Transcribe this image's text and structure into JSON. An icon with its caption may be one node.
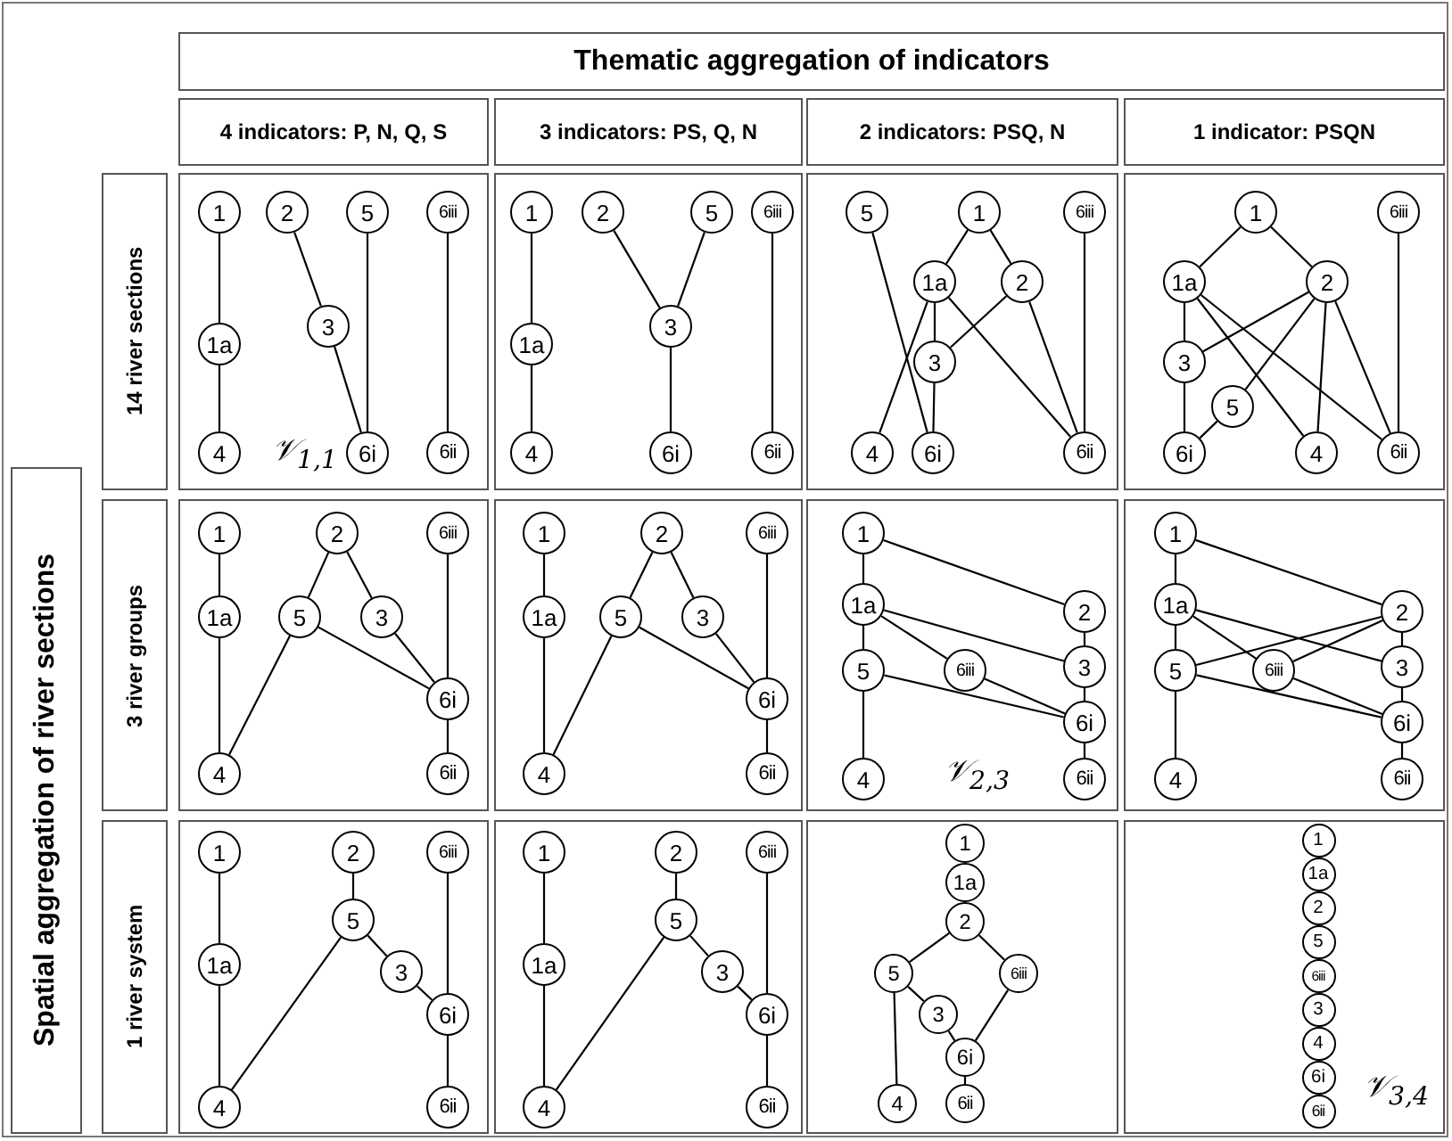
{
  "diagram": {
    "nodes": [
      {
        "text": [
          "Thematic aggregation of indicators"
        ]
      },
      {
        "text": [
          "4 indicators: P, N, Q, S"
        ]
      },
      {
        "text": [
          "3 indicators: PS, Q, N"
        ]
      },
      {
        "text": [
          "2 indicators: PSQ, N"
        ]
      },
      {
        "text": [
          "1 indicator: PSQN"
        ]
      },
      {
        "text": [
          "Spatial aggregation of river sections"
        ]
      },
      {
        "text": [
          "14 river sections"
        ]
      },
      {
        "text": [
          "3 river groups"
        ]
      },
      {
        "text": [
          "1 river system"
        ]
      },
      {
        "text": [
          "𝒱$_{1,1}$"
        ]
      },
      {
        "text": [
          "1"
        ],
        "in": 9
      },
      {
        "text": [
          "1a"
        ],
        "in": 9
      },
      {
        "text": [
          "2"
        ],
        "in": 9
      },
      {
        "text": [
          "3"
        ],
        "in": 9
      },
      {
        "text": [
          "4"
        ],
        "in": 9
      },
      {
        "text": [
          "5"
        ],
        "in": 9
      },
      {
        "text": [
          "6i"
        ],
        "in": 9
      },
      {
        "text": [
          "6ii"
        ],
        "in": 9
      },
      {
        "text": [
          "6iii"
        ],
        "in": 9
      },
      {
        "text": [],
        "shape": "box"
      },
      {
        "text": [
          "1"
        ],
        "in": 19
      },
      {
        "text": [
          "1a"
        ],
        "in": 19
      },
      {
        "text": [
          "2"
        ],
        "in": 19
      },
      {
        "text": [
          "3"
        ],
        "in": 19
      },
      {
        "text": [
          "4"
        ],
        "in": 19
      },
      {
        "text": [
          "5"
        ],
        "in": 19
      },
      {
        "text": [
          "6i"
        ],
        "in": 19
      },
      {
        "text": [
          "6ii"
        ],
        "in": 19
      },
      {
        "text": [
          "6iii"
        ],
        "in": 19
      },
      {
        "text": [],
        "shape": "box"
      },
      {
        "text": [
          "1"
        ],
        "in": 29
      },
      {
        "text": [
          "1a"
        ],
        "in": 29
      },
      {
        "text": [
          "2"
        ],
        "in": 29
      },
      {
        "text": [
          "3"
        ],
        "in": 29
      },
      {
        "text": [
          "4"
        ],
        "in": 29
      },
      {
        "text": [
          "5"
        ],
        "in": 29
      },
      {
        "text": [
          "6i"
        ],
        "in": 29
      },
      {
        "text": [
          "6ii"
        ],
        "in": 29
      },
      {
        "text": [
          "6iii"
        ],
        "in": 29
      },
      {
        "text": [],
        "shape": "box"
      },
      {
        "text": [
          "1"
        ],
        "in": 39
      },
      {
        "text": [
          "1a"
        ],
        "in": 39
      },
      {
        "text": [
          "2"
        ],
        "in": 39
      },
      {
        "text": [
          "3"
        ],
        "in": 39
      },
      {
        "text": [
          "4"
        ],
        "in": 39
      },
      {
        "text": [
          "5"
        ],
        "in": 39
      },
      {
        "text": [
          "6i"
        ],
        "in": 39
      },
      {
        "text": [
          "6ii"
        ],
        "in": 39
      },
      {
        "text": [
          "6iii"
        ],
        "in": 39
      },
      {
        "text": [],
        "shape": "box"
      },
      {
        "text": [
          "1"
        ],
        "in": 49
      },
      {
        "text": [
          "1a"
        ],
        "in": 49
      },
      {
        "text": [
          "2"
        ],
        "in": 49
      },
      {
        "text": [
          "3"
        ],
        "in": 49
      },
      {
        "text": [
          "4"
        ],
        "in": 49
      },
      {
        "text": [
          "5"
        ],
        "in": 49
      },
      {
        "text": [
          "6i"
        ],
        "in": 49
      },
      {
        "text": [
          "6ii"
        ],
        "in": 49
      },
      {
        "text": [
          "6iii"
        ],
        "in": 49
      },
      {
        "text": [],
        "shape": "box"
      },
      {
        "text": [
          "1"
        ],
        "in": 59
      },
      {
        "text": [
          "1a"
        ],
        "in": 59
      },
      {
        "text": [
          "2"
        ],
        "in": 59
      },
      {
        "text": [
          "3"
        ],
        "in": 59
      },
      {
        "text": [
          "4"
        ],
        "in": 59
      },
      {
        "text": [
          "5"
        ],
        "in": 59
      },
      {
        "text": [
          "6i"
        ],
        "in": 59
      },
      {
        "text": [
          "6ii"
        ],
        "in": 59
      },
      {
        "text": [
          "6iii"
        ],
        "in": 59
      },
      {
        "text": [
          "𝒱$_{2,3}$"
        ]
      },
      {
        "text": [
          "1"
        ],
        "in": 69
      },
      {
        "text": [
          "1a"
        ],
        "in": 69
      },
      {
        "text": [
          "2"
        ],
        "in": 69
      },
      {
        "text": [
          "3"
        ],
        "in": 69
      },
      {
        "text": [
          "4"
        ],
        "in": 69
      },
      {
        "text": [
          "5"
        ],
        "in": 69
      },
      {
        "text": [
          "6i"
        ],
        "in": 69
      },
      {
        "text": [
          "6ii"
        ],
        "in": 69
      },
      {
        "text": [
          "6iii"
        ],
        "in": 69
      },
      {
        "text": [],
        "shape": "box"
      },
      {
        "text": [
          "1"
        ],
        "in": 79
      },
      {
        "text": [
          "1a"
        ],
        "in": 79
      },
      {
        "text": [
          "2"
        ],
        "in": 79
      },
      {
        "text": [
          "3"
        ],
        "in": 79
      },
      {
        "text": [
          "4"
        ],
        "in": 79
      },
      {
        "text": [
          "5"
        ],
        "in": 79
      },
      {
        "text": [
          "6i"
        ],
        "in": 79
      },
      {
        "text": [
          "6ii"
        ],
        "in": 79
      },
      {
        "text": [
          "6iii"
        ],
        "in": 79
      },
      {
        "text": [],
        "shape": "box"
      },
      {
        "text": [
          "1"
        ],
        "in": 89
      },
      {
        "text": [
          "1a"
        ],
        "in": 89
      },
      {
        "text": [
          "2"
        ],
        "in": 89
      },
      {
        "text": [
          "3"
        ],
        "in": 89
      },
      {
        "text": [
          "4"
        ],
        "in": 89
      },
      {
        "text": [
          "5"
        ],
        "in": 89
      },
      {
        "text": [
          "6i"
        ],
        "in": 89
      },
      {
        "text": [
          "6ii"
        ],
        "in": 89
      },
      {
        "text": [
          "6iii"
        ],
        "in": 89
      },
      {
        "text": [],
        "shape": "box"
      },
      {
        "text": [
          "1"
        ],
        "in": 99
      },
      {
        "text": [
          "1a"
        ],
        "in": 99
      },
      {
        "text": [
          "2"
        ],
        "in": 99
      },
      {
        "text": [
          "3"
        ],
        "in": 99
      },
      {
        "text": [
          "4"
        ],
        "in": 99
      },
      {
        "text": [
          "5"
        ],
        "in": 99
      },
      {
        "text": [
          "6i"
        ],
        "in": 99
      },
      {
        "text": [
          "6ii"
        ],
        "in": 99
      },
      {
        "text": [
          "6iii"
        ],
        "in": 99
      },
      {
        "text": [],
        "shape": "box"
      },
      {
        "text": [
          "1"
        ],
        "in": 109
      },
      {
        "text": [
          "1a"
        ],
        "in": 109
      },
      {
        "text": [
          "2"
        ],
        "in": 109
      },
      {
        "text": [
          "3"
        ],
        "in": 109
      },
      {
        "text": [
          "4"
        ],
        "in": 109
      },
      {
        "text": [
          "5"
        ],
        "in": 109
      },
      {
        "text": [
          "6i"
        ],
        "in": 109
      },
      {
        "text": [
          "6ii"
        ],
        "in": 109
      },
      {
        "text": [
          "6iii"
        ],
        "in": 109
      },
      {
        "text": [
          "𝒱$_{3,4}$"
        ]
      },
      {
        "text": [
          "1"
        ],
        "in": 119
      },
      {
        "text": [
          "1a"
        ],
        "in": 119
      },
      {
        "text": [
          "2"
        ],
        "in": 119
      },
      {
        "text": [
          "3"
        ],
        "in": 119
      },
      {
        "text": [
          "4"
        ],
        "in": 119
      },
      {
        "text": [
          "5"
        ],
        "in": 119
      },
      {
        "text": [
          "6i"
        ],
        "in": 119
      },
      {
        "text": [
          "6ii"
        ],
        "in": 119
      },
      {
        "text": [
          "6iii"
        ],
        "in": 119
      }
    ],
    "edges": [
      {
        "from": 10,
        "to": 11,
        "arrow": "none"
      },
      {
        "from": 11,
        "to": 14,
        "arrow": "none"
      },
      {
        "from": 12,
        "to": 13,
        "arrow": "none"
      },
      {
        "from": 13,
        "to": 16,
        "arrow": "none"
      },
      {
        "from": 15,
        "to": 16,
        "arrow": "none"
      },
      {
        "from": 18,
        "to": 17,
        "arrow": "none"
      },
      {
        "from": 20,
        "to": 21,
        "arrow": "none"
      },
      {
        "from": 21,
        "to": 24,
        "arrow": "none"
      },
      {
        "from": 22,
        "to": 23,
        "arrow": "none"
      },
      {
        "from": 25,
        "to": 23,
        "arrow": "none"
      },
      {
        "from": 23,
        "to": 26,
        "arrow": "none"
      },
      {
        "from": 28,
        "to": 27,
        "arrow": "none"
      },
      {
        "from": 35,
        "to": 36,
        "arrow": "none"
      },
      {
        "from": 30,
        "to": 31,
        "arrow": "none"
      },
      {
        "from": 30,
        "to": 32,
        "arrow": "none"
      },
      {
        "from": 31,
        "to": 33,
        "arrow": "none"
      },
      {
        "from": 31,
        "to": 34,
        "arrow": "none"
      },
      {
        "from": 31,
        "to": 37,
        "arrow": "none"
      },
      {
        "from": 32,
        "to": 33,
        "arrow": "none"
      },
      {
        "from": 32,
        "to": 37,
        "arrow": "none"
      },
      {
        "from": 33,
        "to": 36,
        "arrow": "none"
      },
      {
        "from": 38,
        "to": 37,
        "arrow": "none"
      },
      {
        "from": 40,
        "to": 41,
        "arrow": "none"
      },
      {
        "from": 40,
        "to": 42,
        "arrow": "none"
      },
      {
        "from": 41,
        "to": 43,
        "arrow": "none"
      },
      {
        "from": 41,
        "to": 44,
        "arrow": "none"
      },
      {
        "from": 41,
        "to": 47,
        "arrow": "none"
      },
      {
        "from": 42,
        "to": 43,
        "arrow": "none"
      },
      {
        "from": 42,
        "to": 45,
        "arrow": "none"
      },
      {
        "from": 42,
        "to": 44,
        "arrow": "none"
      },
      {
        "from": 42,
        "to": 47,
        "arrow": "none"
      },
      {
        "from": 43,
        "to": 46,
        "arrow": "none"
      },
      {
        "from": 45,
        "to": 46,
        "arrow": "none"
      },
      {
        "from": 48,
        "to": 47,
        "arrow": "none"
      },
      {
        "from": 50,
        "to": 51,
        "arrow": "none"
      },
      {
        "from": 51,
        "to": 54,
        "arrow": "none"
      },
      {
        "from": 52,
        "to": 55,
        "arrow": "none"
      },
      {
        "from": 52,
        "to": 53,
        "arrow": "none"
      },
      {
        "from": 55,
        "to": 54,
        "arrow": "none"
      },
      {
        "from": 55,
        "to": 56,
        "arrow": "none"
      },
      {
        "from": 53,
        "to": 56,
        "arrow": "none"
      },
      {
        "from": 58,
        "to": 56,
        "arrow": "none"
      },
      {
        "from": 56,
        "to": 57,
        "arrow": "none"
      },
      {
        "from": 60,
        "to": 61,
        "arrow": "none"
      },
      {
        "from": 61,
        "to": 64,
        "arrow": "none"
      },
      {
        "from": 62,
        "to": 65,
        "arrow": "none"
      },
      {
        "from": 62,
        "to": 63,
        "arrow": "none"
      },
      {
        "from": 65,
        "to": 64,
        "arrow": "none"
      },
      {
        "from": 65,
        "to": 66,
        "arrow": "none"
      },
      {
        "from": 63,
        "to": 66,
        "arrow": "none"
      },
      {
        "from": 68,
        "to": 66,
        "arrow": "none"
      },
      {
        "from": 66,
        "to": 67,
        "arrow": "none"
      },
      {
        "from": 70,
        "to": 71,
        "arrow": "none"
      },
      {
        "from": 70,
        "to": 72,
        "arrow": "none"
      },
      {
        "from": 71,
        "to": 75,
        "arrow": "none"
      },
      {
        "from": 71,
        "to": 78,
        "arrow": "none"
      },
      {
        "from": 71,
        "to": 73,
        "arrow": "none"
      },
      {
        "from": 72,
        "to": 73,
        "arrow": "none"
      },
      {
        "from": 75,
        "to": 74,
        "arrow": "none"
      },
      {
        "from": 75,
        "to": 76,
        "arrow": "none"
      },
      {
        "from": 78,
        "to": 76,
        "arrow": "none"
      },
      {
        "from": 73,
        "to": 76,
        "arrow": "none"
      },
      {
        "from": 76,
        "to": 77,
        "arrow": "none"
      },
      {
        "from": 80,
        "to": 81,
        "arrow": "none"
      },
      {
        "from": 80,
        "to": 82,
        "arrow": "none"
      },
      {
        "from": 81,
        "to": 85,
        "arrow": "none"
      },
      {
        "from": 81,
        "to": 88,
        "arrow": "none"
      },
      {
        "from": 81,
        "to": 83,
        "arrow": "none"
      },
      {
        "from": 85,
        "to": 82,
        "arrow": "none"
      },
      {
        "from": 88,
        "to": 82,
        "arrow": "none"
      },
      {
        "from": 82,
        "to": 83,
        "arrow": "none"
      },
      {
        "from": 85,
        "to": 84,
        "arrow": "none"
      },
      {
        "from": 85,
        "to": 86,
        "arrow": "none"
      },
      {
        "from": 88,
        "to": 86,
        "arrow": "none"
      },
      {
        "from": 83,
        "to": 86,
        "arrow": "none"
      },
      {
        "from": 86,
        "to": 87,
        "arrow": "none"
      },
      {
        "from": 90,
        "to": 91,
        "arrow": "none"
      },
      {
        "from": 91,
        "to": 94,
        "arrow": "none"
      },
      {
        "from": 92,
        "to": 95,
        "arrow": "none"
      },
      {
        "from": 95,
        "to": 94,
        "arrow": "none"
      },
      {
        "from": 95,
        "to": 93,
        "arrow": "none"
      },
      {
        "from": 93,
        "to": 96,
        "arrow": "none"
      },
      {
        "from": 98,
        "to": 96,
        "arrow": "none"
      },
      {
        "from": 96,
        "to": 97,
        "arrow": "none"
      },
      {
        "from": 100,
        "to": 101,
        "arrow": "none"
      },
      {
        "from": 101,
        "to": 104,
        "arrow": "none"
      },
      {
        "from": 102,
        "to": 105,
        "arrow": "none"
      },
      {
        "from": 105,
        "to": 104,
        "arrow": "none"
      },
      {
        "from": 105,
        "to": 103,
        "arrow": "none"
      },
      {
        "from": 103,
        "to": 106,
        "arrow": "none"
      },
      {
        "from": 108,
        "to": 106,
        "arrow": "none"
      },
      {
        "from": 106,
        "to": 107,
        "arrow": "none"
      },
      {
        "from": 112,
        "to": 115,
        "arrow": "none"
      },
      {
        "from": 112,
        "to": 118,
        "arrow": "none"
      },
      {
        "from": 115,
        "to": 113,
        "arrow": "none"
      },
      {
        "from": 115,
        "to": 114,
        "arrow": "none"
      },
      {
        "from": 113,
        "to": 116,
        "arrow": "none"
      },
      {
        "from": 118,
        "to": 116,
        "arrow": "none"
      },
      {
        "from": 116,
        "to": 117,
        "arrow": "none"
      }
    ]
  }
}
